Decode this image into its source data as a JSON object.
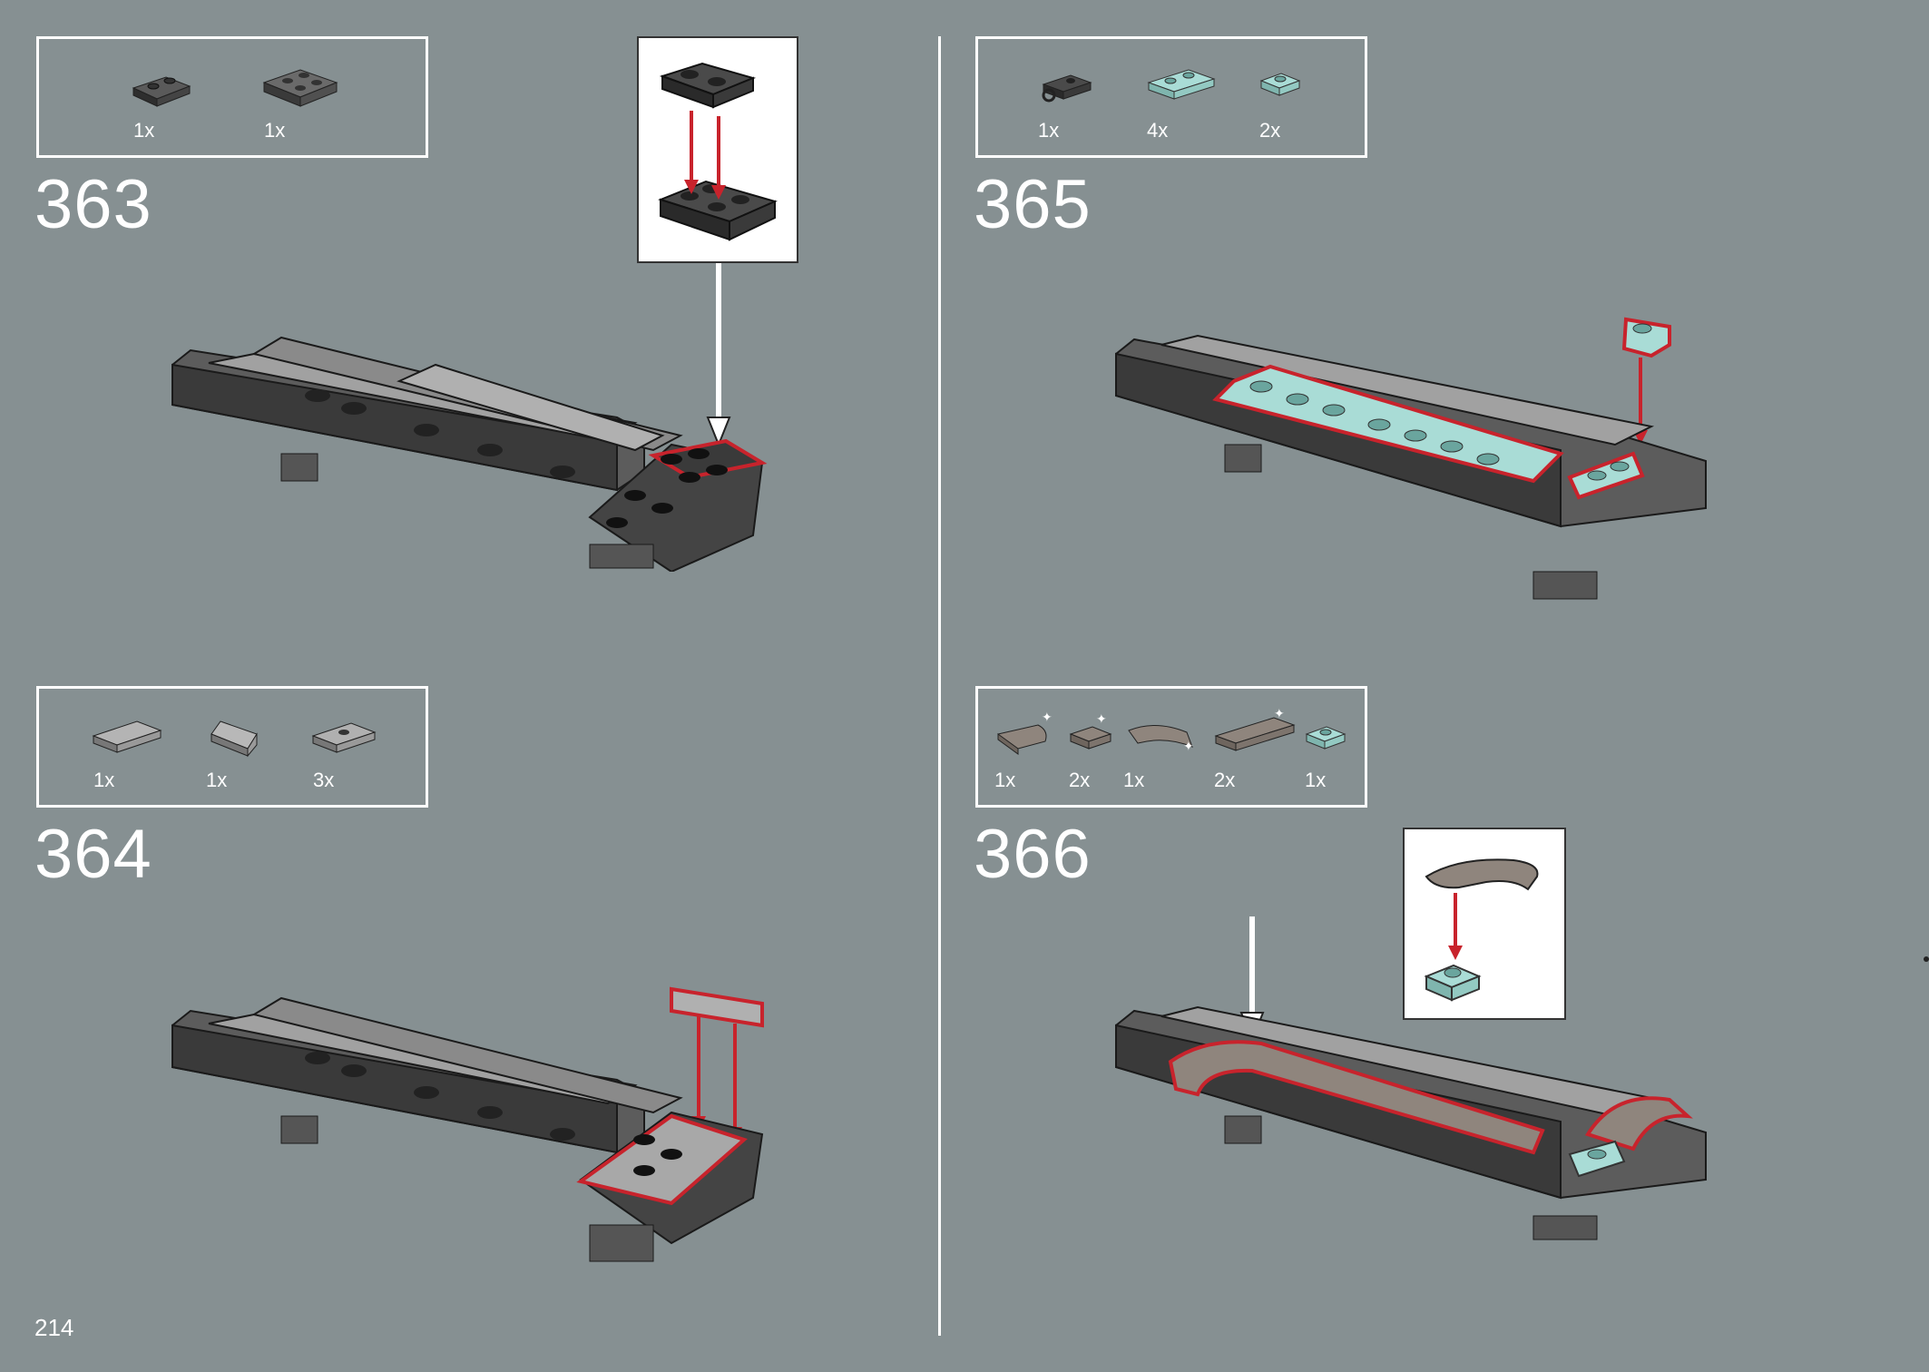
{
  "page_number": "214",
  "steps": [
    {
      "number": "363",
      "parts": [
        {
          "icon": "plate-1x2-dark-icon",
          "qty": "1x"
        },
        {
          "icon": "plate-2x2-dark-icon",
          "qty": "1x"
        }
      ]
    },
    {
      "number": "364",
      "parts": [
        {
          "icon": "tile-1x2-grey-icon",
          "qty": "1x"
        },
        {
          "icon": "slope-grey-icon",
          "qty": "1x"
        },
        {
          "icon": "jumper-plate-grey-icon",
          "qty": "3x"
        }
      ]
    },
    {
      "number": "365",
      "parts": [
        {
          "icon": "clip-plate-dark-icon",
          "qty": "1x"
        },
        {
          "icon": "plate-1x2-trans-icon",
          "qty": "4x"
        },
        {
          "icon": "plate-1x1-trans-icon",
          "qty": "2x"
        }
      ]
    },
    {
      "number": "366",
      "parts": [
        {
          "icon": "curved-tile-tan-icon",
          "qty": "1x"
        },
        {
          "icon": "tile-1x1-tan-icon",
          "qty": "2x"
        },
        {
          "icon": "macaroni-tile-tan-icon",
          "qty": "1x"
        },
        {
          "icon": "tile-1x4-tan-icon",
          "qty": "2x"
        },
        {
          "icon": "plate-1x1-trans-icon",
          "qty": "1x"
        }
      ]
    }
  ],
  "colors": {
    "background": "#869092",
    "highlight": "#c8232c",
    "dark_brick": "#3a3a3a",
    "grey_brick": "#8e8e8e",
    "trans_brick": "#a9dcd6",
    "tan_brick": "#8f857d"
  }
}
